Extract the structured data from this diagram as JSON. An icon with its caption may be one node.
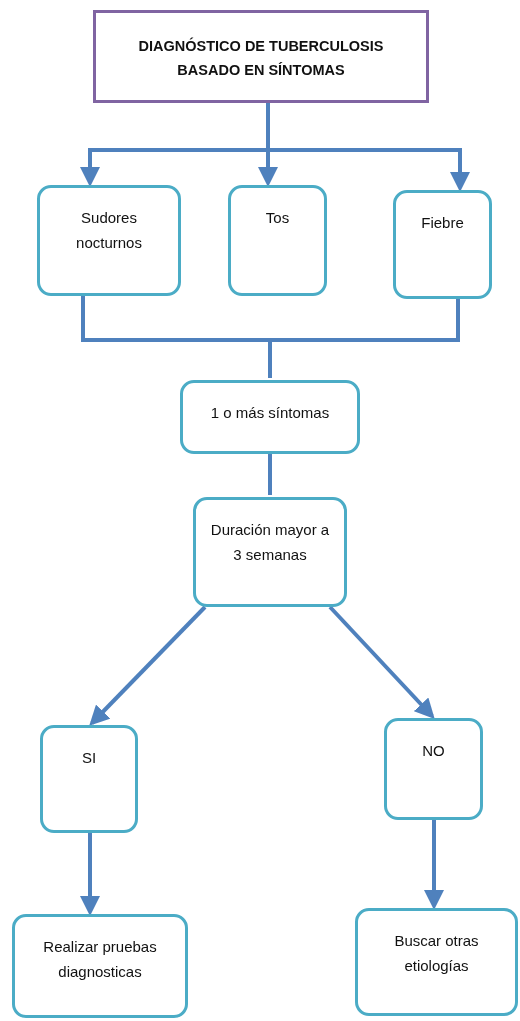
{
  "diagram": {
    "nodes": [
      {
        "text": [
          "DIAGNÓSTICO DE TUBERCULOSIS BASADO EN SÍNTOMAS"
        ]
      },
      {
        "text": [
          "Sudores nocturnos"
        ]
      },
      {
        "text": [
          "Tos"
        ]
      },
      {
        "text": [
          "Fiebre"
        ]
      },
      {
        "text": [
          "1 o más síntomas"
        ]
      },
      {
        "text": [
          "Duración mayor a 3 semanas"
        ]
      },
      {
        "text": [
          "SI"
        ]
      },
      {
        "text": [
          "NO"
        ]
      },
      {
        "text": [
          "Realizar pruebas diagnosticas"
        ]
      },
      {
        "text": [
          "Buscar otras etiologías"
        ]
      }
    ],
    "edges": [
      {
        "from": 0,
        "to": 1,
        "arrow": "to"
      },
      {
        "from": 0,
        "to": 2,
        "arrow": "to"
      },
      {
        "from": 0,
        "to": 3,
        "arrow": "to"
      },
      {
        "from": 1,
        "to": 4,
        "arrow": "none"
      },
      {
        "from": 3,
        "to": 4,
        "arrow": "none"
      },
      {
        "from": 4,
        "to": 5,
        "arrow": "none"
      },
      {
        "from": 5,
        "to": 6,
        "arrow": "to"
      },
      {
        "from": 5,
        "to": 7,
        "arrow": "to"
      },
      {
        "from": 6,
        "to": 8,
        "arrow": "to"
      },
      {
        "from": 7,
        "to": 9,
        "arrow": "to"
      }
    ]
  }
}
